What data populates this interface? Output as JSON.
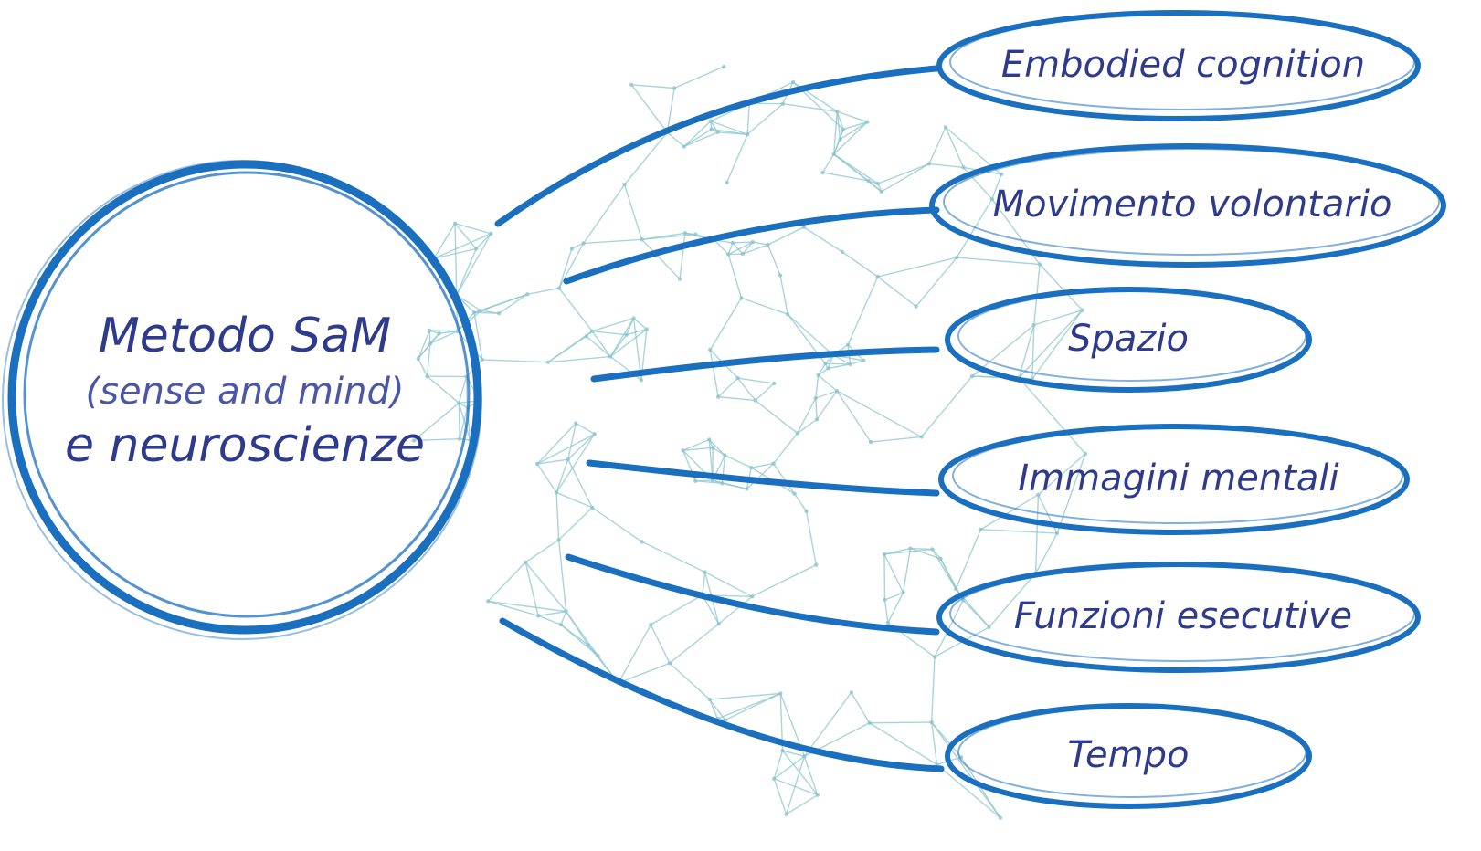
{
  "center": {
    "title": "Metodo SaM",
    "subtitle": "(sense and mind)",
    "line3": "e  neuroscienze"
  },
  "topics": [
    {
      "label": "Embodied cognition"
    },
    {
      "label": "Movimento volontario"
    },
    {
      "label": "Spazio"
    },
    {
      "label": "Immagini mentali"
    },
    {
      "label": "Funzioni esecutive"
    },
    {
      "label": "Tempo"
    }
  ],
  "colors": {
    "accent": "#1b6fbf",
    "text": "#2e3a8c",
    "network": "#8cc6cf",
    "background": "#ffffff"
  }
}
